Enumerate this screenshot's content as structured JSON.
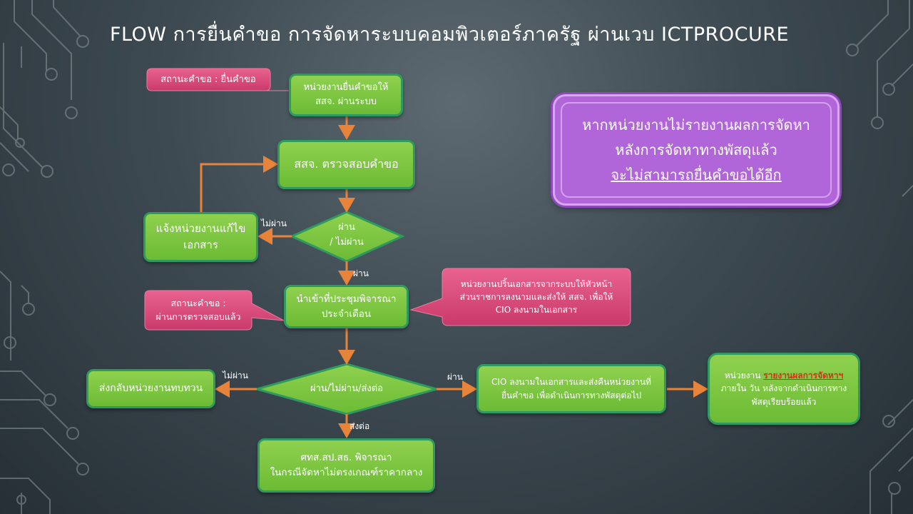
{
  "title": "FLOW การยื่นคำขอ การจัดหาระบบคอมพิวเตอร์ภาครัฐ ผ่านเวบ ICTPROCURE",
  "colors": {
    "box_fill": "#7cc544",
    "box_border": "#2e9a5f",
    "callout_fill": "#d9467a",
    "arrow": "#e8833a",
    "notice_fill": "#b066d8"
  },
  "nodes": {
    "submit": {
      "line1": "หน่วยงานยื่นคำขอให้",
      "line2": "สสจ. ผ่านระบบ"
    },
    "check": {
      "label": "สสจ. ตรวจสอบคำขอ"
    },
    "fix": {
      "line1": "แจ้งหน่วยงานแก้ไข",
      "line2": "เอกสาร"
    },
    "decision1": {
      "line1": "ผ่าน",
      "line2": "/ ไม่ผ่าน"
    },
    "meeting": {
      "line1": "นำเข้าที่ประชุมพิจารณา",
      "line2": "ประจำเดือน"
    },
    "decision2": {
      "label": "ผ่าน/ไม่ผ่าน/ส่งต่อ"
    },
    "return": {
      "label": "ส่งกลับหน่วยงานทบทวน"
    },
    "cio": {
      "line1": "CIO ลงนามในเอกสารและส่งคืนหน่วยงานที่",
      "line2": "ยื่นคำขอ เพื่อดำเนินการทางพัสดุต่อไป"
    },
    "report": {
      "pre": "หน่วยงาน ",
      "highlight": "รายงานผลการจัดหาฯ",
      "line2": "ภายใน วัน หลังจากดำเนินการทาง",
      "line3": "พัสดุเรียบร้อยแล้ว"
    },
    "forward": {
      "line1": "ศทส.สป.สธ. พิจารณา",
      "line2": "ในกรณีจัดหาไม่ตรงเกณฑ์ราคากลาง"
    }
  },
  "callouts": {
    "status_submitted": {
      "label": "สถานะคำขอ : ยื่นคำขอ"
    },
    "status_checked": {
      "line1": "สถานะคำขอ :",
      "line2": "ผ่านการตรวจสอบแล้ว"
    },
    "print_docs": {
      "line1": "หน่วยงานปริ้นเอกสารจากระบบให้หัวหน้า",
      "line2": "ส่วนราชการลงนามและส่งให้ สสจ. เพื่อให้",
      "line3": "CIO ลงนามในเอกสาร"
    }
  },
  "edge_labels": {
    "fail1": "ไม่ผ่าน",
    "pass1": "ผ่าน",
    "fail2": "ไม่ผ่าน",
    "pass2": "ผ่าน",
    "forward": "ส่งต่อ"
  },
  "notice": {
    "line1": "หากหน่วยงานไม่รายงานผลการจัดหา",
    "line2": "หลังการจัดหาทางพัสดุแล้ว",
    "line3": "จะไม่สามารถยื่นคำขอได้อีก"
  }
}
